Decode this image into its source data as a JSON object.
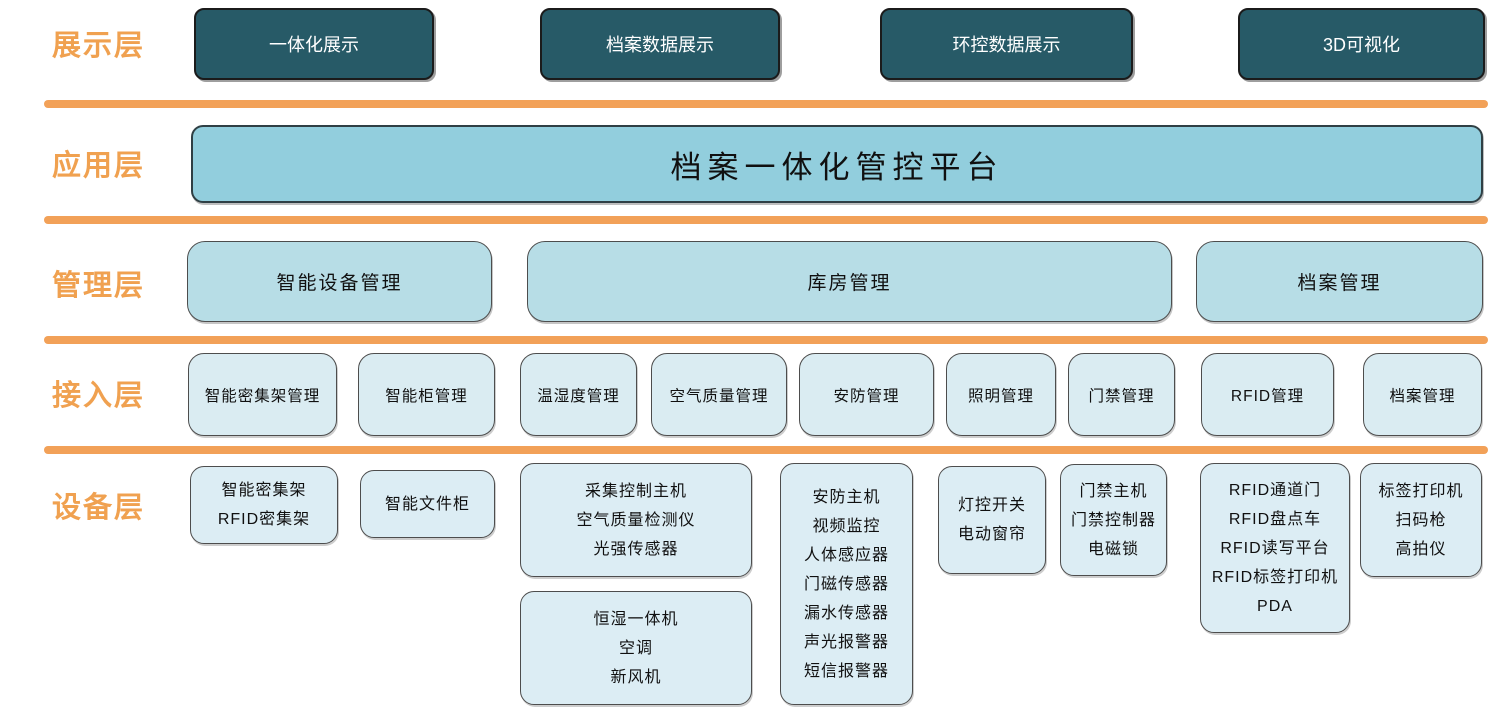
{
  "colors": {
    "label_orange": "#F0A150",
    "divider_orange": "#F2A158",
    "display_box_bg": "#275A67",
    "display_box_text": "#FFFFFF",
    "app_box_bg": "#92CEDD",
    "manage_box_bg": "#B7DDE6",
    "access_box_bg": "#DAECF2",
    "device_box_bg": "#DCEDF4"
  },
  "layers": {
    "display": {
      "label": "展示层",
      "boxes": [
        "一体化展示",
        "档案数据展示",
        "环控数据展示",
        "3D可视化"
      ]
    },
    "app": {
      "label": "应用层",
      "platform": "档案一体化管控平台"
    },
    "manage": {
      "label": "管理层",
      "boxes": [
        "智能设备管理",
        "库房管理",
        "档案管理"
      ]
    },
    "access": {
      "label": "接入层",
      "boxes": [
        "智能密集架管理",
        "智能柜管理",
        "温湿度管理",
        "空气质量管理",
        "安防管理",
        "照明管理",
        "门禁管理",
        "RFID管理",
        "档案管理"
      ]
    },
    "device": {
      "label": "设备层",
      "boxes": [
        [
          "智能密集架",
          "RFID密集架"
        ],
        [
          "智能文件柜"
        ],
        [
          "采集控制主机",
          "空气质量检测仪",
          "光强传感器"
        ],
        [
          "恒湿一体机",
          "空调",
          "新风机"
        ],
        [
          "安防主机",
          "视频监控",
          "人体感应器",
          "门磁传感器",
          "漏水传感器",
          "声光报警器",
          "短信报警器"
        ],
        [
          "灯控开关",
          "电动窗帘"
        ],
        [
          "门禁主机",
          "门禁控制器",
          "电磁锁"
        ],
        [
          "RFID通道门",
          "RFID盘点车",
          "RFID读写平台",
          "RFID标签打印机",
          "PDA"
        ],
        [
          "标签打印机",
          "扫码枪",
          "高拍仪"
        ]
      ]
    }
  }
}
